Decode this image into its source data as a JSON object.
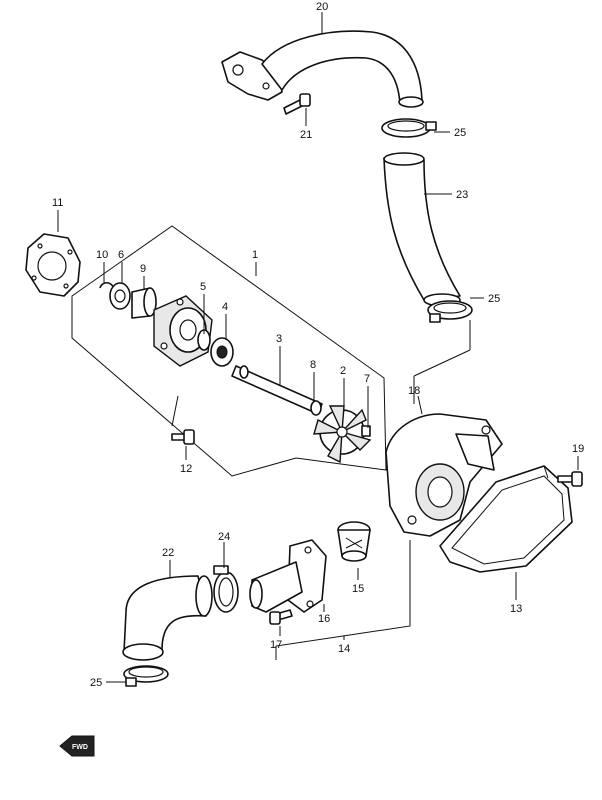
{
  "callouts": [
    {
      "id": "c1",
      "label": "1"
    },
    {
      "id": "c2",
      "label": "2"
    },
    {
      "id": "c3",
      "label": "3"
    },
    {
      "id": "c4",
      "label": "4"
    },
    {
      "id": "c5",
      "label": "5"
    },
    {
      "id": "c6",
      "label": "6"
    },
    {
      "id": "c7",
      "label": "7"
    },
    {
      "id": "c8",
      "label": "8"
    },
    {
      "id": "c9",
      "label": "9"
    },
    {
      "id": "c10",
      "label": "10"
    },
    {
      "id": "c11",
      "label": "11"
    },
    {
      "id": "c12",
      "label": "12"
    },
    {
      "id": "c13",
      "label": "13"
    },
    {
      "id": "c14",
      "label": "14"
    },
    {
      "id": "c15",
      "label": "15"
    },
    {
      "id": "c16",
      "label": "16"
    },
    {
      "id": "c17",
      "label": "17"
    },
    {
      "id": "c18",
      "label": "18"
    },
    {
      "id": "c19",
      "label": "19"
    },
    {
      "id": "c20",
      "label": "20"
    },
    {
      "id": "c21",
      "label": "21"
    },
    {
      "id": "c22",
      "label": "22"
    },
    {
      "id": "c23",
      "label": "23"
    },
    {
      "id": "c24",
      "label": "24"
    },
    {
      "id": "c25a",
      "label": "25"
    },
    {
      "id": "c25b",
      "label": "25"
    },
    {
      "id": "c25c",
      "label": "25"
    }
  ],
  "direction_badge": {
    "label": "FWD"
  }
}
